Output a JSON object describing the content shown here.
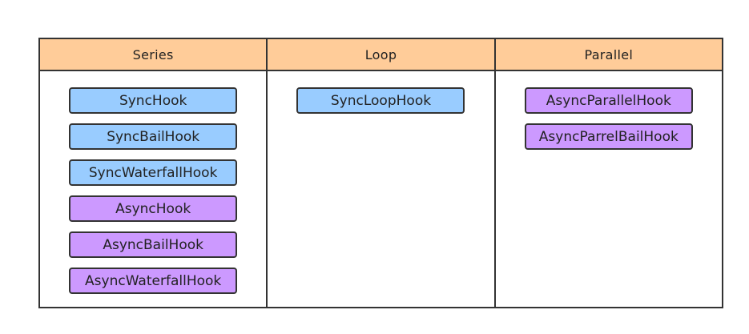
{
  "colors": {
    "header_bg": "#ffcc99",
    "sync": "#99ccff",
    "async": "#cc99ff",
    "border": "#333333"
  },
  "columns": [
    {
      "title": "Series",
      "items": [
        {
          "label": "SyncHook",
          "kind": "sync"
        },
        {
          "label": "SyncBailHook",
          "kind": "sync"
        },
        {
          "label": "SyncWaterfallHook",
          "kind": "sync"
        },
        {
          "label": "AsyncHook",
          "kind": "async"
        },
        {
          "label": "AsyncBailHook",
          "kind": "async"
        },
        {
          "label": "AsyncWaterfallHook",
          "kind": "async"
        }
      ]
    },
    {
      "title": "Loop",
      "items": [
        {
          "label": "SyncLoopHook",
          "kind": "sync"
        }
      ]
    },
    {
      "title": "Parallel",
      "items": [
        {
          "label": "AsyncParallelHook",
          "kind": "async"
        },
        {
          "label": "AsyncParrelBailHook",
          "kind": "async"
        }
      ]
    }
  ]
}
